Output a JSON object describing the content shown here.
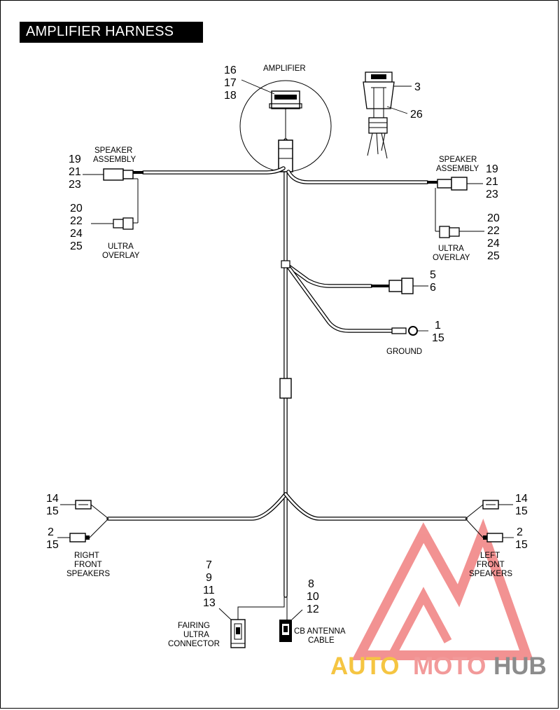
{
  "title": "AMPLIFIER HARNESS",
  "labels": {
    "amplifier": "AMPLIFIER",
    "speaker_assembly_left_1": "SPEAKER",
    "speaker_assembly_left_2": "ASSEMBLY",
    "speaker_assembly_right_1": "SPEAKER",
    "speaker_assembly_right_2": "ASSEMBLY",
    "ultra_overlay_left_1": "ULTRA",
    "ultra_overlay_left_2": "OVERLAY",
    "ultra_overlay_right_1": "ULTRA",
    "ultra_overlay_right_2": "OVERLAY",
    "ground": "GROUND",
    "right_front_speakers_1": "RIGHT",
    "right_front_speakers_2": "FRONT",
    "right_front_speakers_3": "SPEAKERS",
    "left_front_speakers_1": "LEFT",
    "left_front_speakers_2": "FRONT",
    "left_front_speakers_3": "SPEAKERS",
    "fairing_1": "FAIRING",
    "fairing_2": "ULTRA",
    "fairing_3": "CONNECTOR",
    "cb_antenna_1": "CB ANTENNA",
    "cb_antenna_2": "CABLE"
  },
  "callouts": {
    "amp": [
      "16",
      "17",
      "18"
    ],
    "detail": [
      "3",
      "26"
    ],
    "left_speaker_assembly": [
      "19",
      "21",
      "23"
    ],
    "left_ultra_overlay": [
      "20",
      "22",
      "24",
      "25"
    ],
    "right_speaker_assembly": [
      "19",
      "21",
      "23"
    ],
    "right_ultra_overlay": [
      "20",
      "22",
      "24",
      "25"
    ],
    "connector_5_6": [
      "5",
      "6"
    ],
    "ground": [
      "1",
      "15"
    ],
    "right_front_top": [
      "14",
      "15"
    ],
    "right_front_bottom": [
      "2",
      "15"
    ],
    "left_front_top": [
      "14",
      "15"
    ],
    "left_front_bottom": [
      "2",
      "15"
    ],
    "fairing": [
      "7",
      "9",
      "11",
      "13"
    ],
    "cb": [
      "8",
      "10",
      "12"
    ]
  },
  "watermark": {
    "auto": "AUTO",
    "moto": "MOTO",
    "hub": "HUB",
    "colors": {
      "auto": "#f5c542",
      "moto": "#f29a9a",
      "hub": "#8c8c8c",
      "logo": "#f08080"
    }
  }
}
